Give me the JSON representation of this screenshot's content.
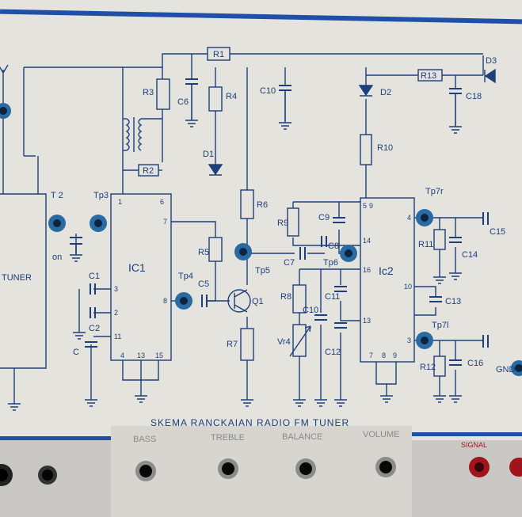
{
  "colors": {
    "panel": "#e6e5e0",
    "ink": "#1d3f7a",
    "blue_stripe": "#1f4fa8",
    "jack": "#2a6aa3",
    "bottom": "#c9c8c4"
  },
  "labels": {
    "r1": "R1",
    "r2": "R2",
    "r3": "R3",
    "r4": "R4",
    "r5": "R5",
    "r6": "R6",
    "r7": "R7",
    "r8": "R8",
    "r9": "R9",
    "r10": "R10",
    "r11": "R11",
    "r12": "R12",
    "r13": "R13",
    "c1": "C1",
    "c2": "C2",
    "c3": "C",
    "c5": "C5",
    "c6": "C6",
    "c7": "C7",
    "c8": "C8",
    "c9": "C9",
    "c10a": "C10",
    "c10b": "C10",
    "c11": "C11",
    "c12": "C12",
    "c13": "C13",
    "c14": "C14",
    "c15": "C15",
    "c16": "C16",
    "c18": "C18",
    "d1": "D1",
    "d2": "D2",
    "d3": "D3",
    "q1": "Q1",
    "vr4": "Vr4",
    "ic1": "IC1",
    "ic2": "Ic2",
    "tuner": "TUNER",
    "tp2": "T 2",
    "tp3": "Tp3",
    "tp4": "Tp4",
    "tp5": "Tp5",
    "tp6": "Tp6",
    "tp7r": "Tp7r",
    "tp7l": "Tp7l",
    "on": "on",
    "gnd": "GND",
    "pin_ic1_1": "1",
    "pin_ic1_6": "6",
    "pin_ic1_7": "7",
    "pin_ic1_3": "3",
    "pin_ic1_2": "2",
    "pin_ic1_8": "8",
    "pin_ic1_11": "11",
    "pin_ic1_4": "4",
    "pin_ic1_13": "13",
    "pin_ic1_15": "15",
    "pin_ic2_5": "5",
    "pin_ic2_9": "9",
    "pin_ic2_14": "14",
    "pin_ic2_16": "16",
    "pin_ic2_13": "13",
    "pin_ic2_4": "4",
    "pin_ic2_10": "10",
    "pin_ic2_3": "3",
    "pin_ic2_7": "7",
    "pin_ic2_8": "8",
    "pin_ic2_9b": "9"
  },
  "title": "SKEMA RANCKAIAN RADIO FM TUNER",
  "controls": {
    "bass": "BASS",
    "treble": "TREBLE",
    "balance": "BALANCE",
    "volume": "VOLUME",
    "signal": "SIGNAL"
  }
}
